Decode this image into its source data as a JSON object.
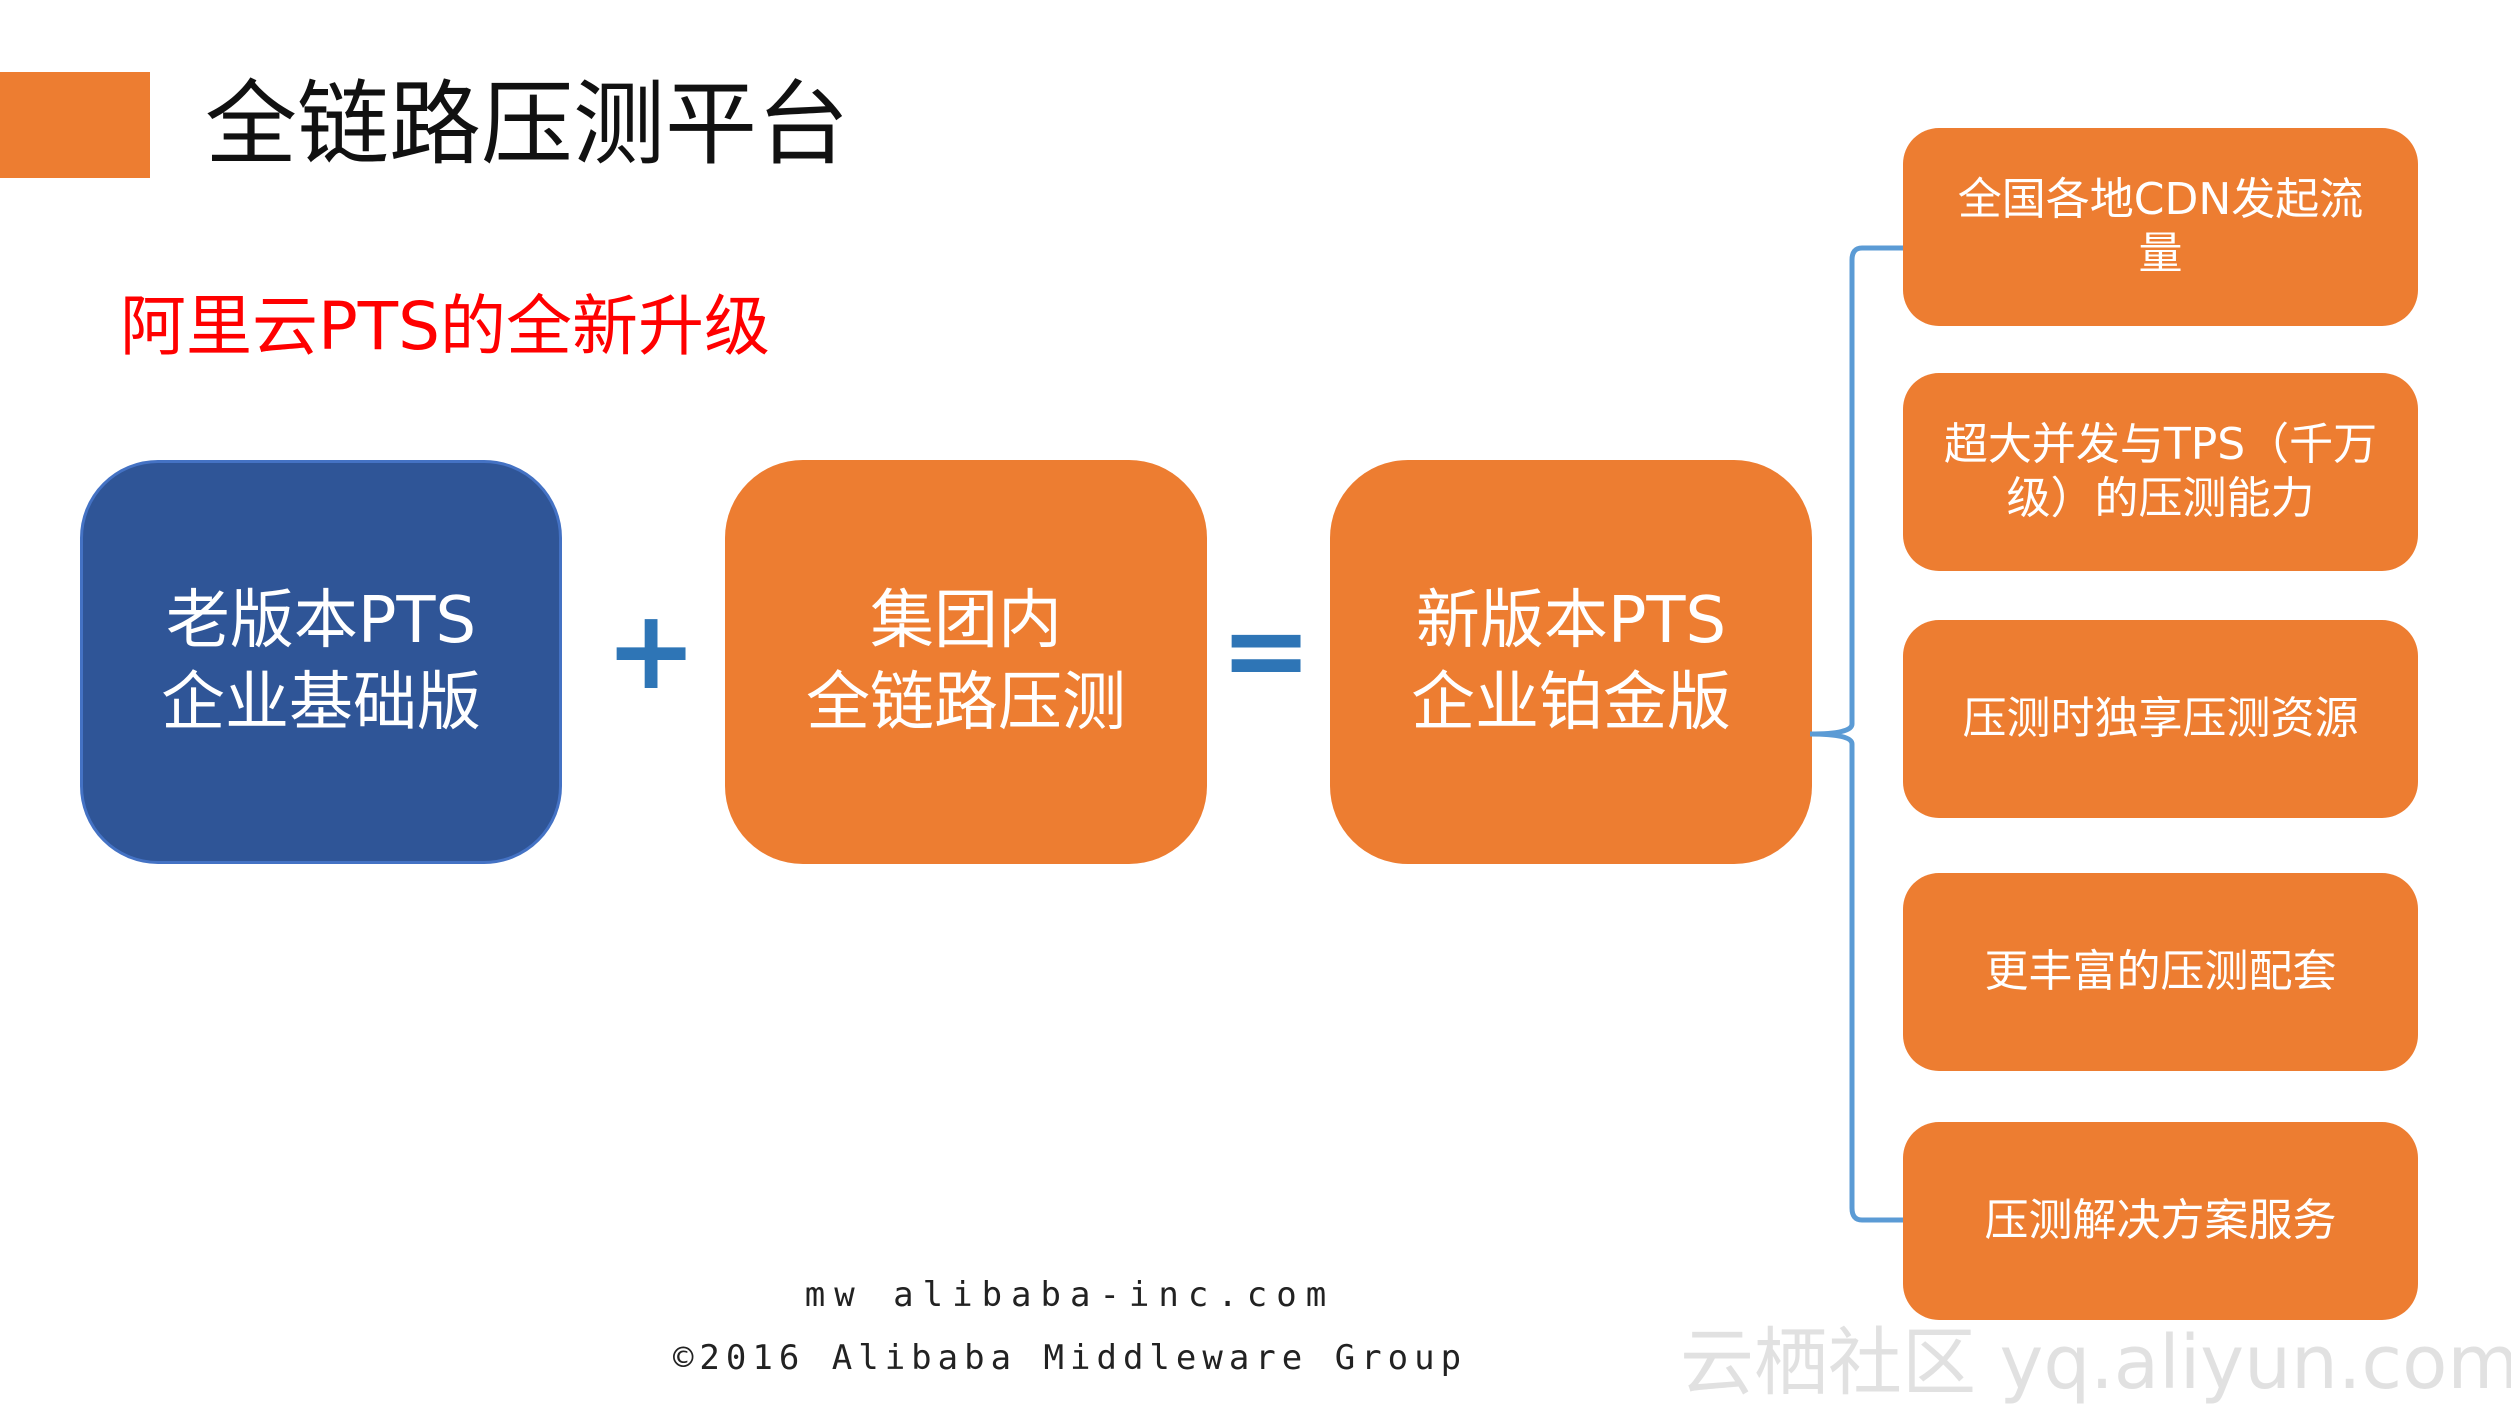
{
  "title": "全链路压测平台",
  "subtitle": "阿里云PTS的全新升级",
  "equation": {
    "old_version": {
      "line1": "老版本PTS",
      "line2": "企业基础版"
    },
    "plus": "+",
    "group_tool": {
      "line1": "集团内",
      "line2": "全链路压测"
    },
    "equals": "=",
    "new_version": {
      "line1": "新版本PTS",
      "line2": "企业铂金版"
    }
  },
  "features": [
    {
      "label": "全国各地CDN发起流量"
    },
    {
      "label": "超大并发与TPS（千万级）的压测能力"
    },
    {
      "label": "压测时独享压测资源"
    },
    {
      "label": "更丰富的压测配套"
    },
    {
      "label": "压测解决方案服务"
    }
  ],
  "footer": {
    "url": "mw alibaba-inc.com",
    "copyright": "©2016 Alibaba Middleware Group"
  },
  "watermark": "云栖社区 yq.aliyun.com",
  "colors": {
    "accent_orange": "#ed7d31",
    "old_box_blue": "#2f5597",
    "operator_blue": "#2e75b6",
    "subtitle_red": "#ff0000"
  }
}
